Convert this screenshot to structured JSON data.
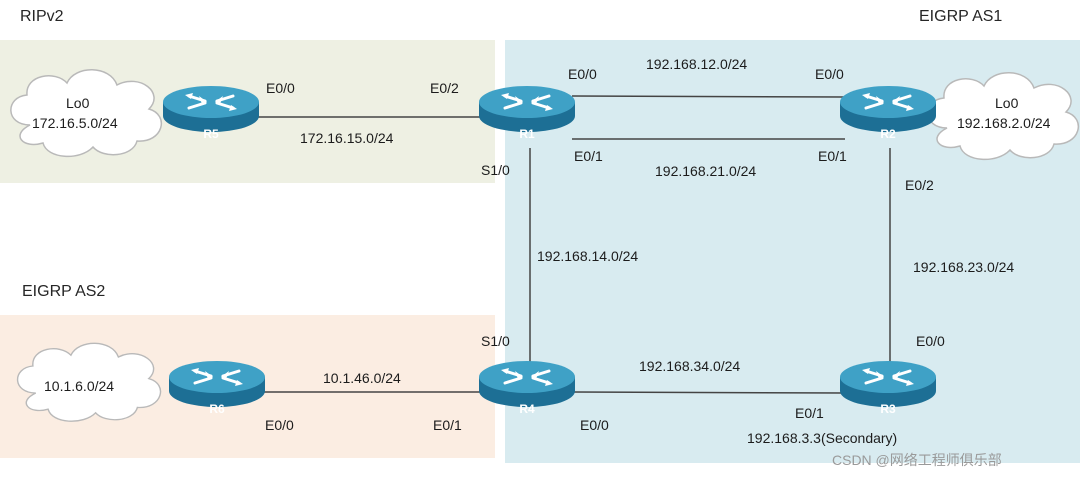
{
  "areas": {
    "rip": {
      "title": "RIPv2",
      "color": "#eef0e3"
    },
    "eigrp1": {
      "title": "EIGRP AS1",
      "color": "#d8ebf0"
    },
    "eigrp2": {
      "title": "EIGRP AS2",
      "color": "#fbede2"
    }
  },
  "colors": {
    "router_top": "#3fa1c6",
    "router_side": "#1d6f95",
    "link": "#444444",
    "cloud": "#ffffff"
  },
  "routers": {
    "r1": "R1",
    "r2": "R2",
    "r3": "R3",
    "r4": "R4",
    "r5": "R5",
    "r6": "R6"
  },
  "clouds": {
    "r5": [
      "Lo0",
      "172.16.5.0/24"
    ],
    "r2": [
      "Lo0",
      "192.168.2.0/24"
    ],
    "r6": [
      "10.1.6.0/24"
    ]
  },
  "subnets": {
    "r5_r1": "172.16.15.0/24",
    "r1_r2_top": "192.168.12.0/24",
    "r1_r2_bottom": "192.168.21.0/24",
    "r1_r4": "192.168.14.0/24",
    "r2_r3": "192.168.23.0/24",
    "r6_r4": "10.1.46.0/24",
    "r4_r3": "192.168.34.0/24",
    "r3_secondary": "192.168.3.3(Secondary)"
  },
  "interfaces": {
    "r5_e00": "E0/0",
    "r1_e02": "E0/2",
    "r1_e00": "E0/0",
    "r2_e00": "E0/0",
    "r1_e01": "E0/1",
    "r2_e01": "E0/1",
    "r1_s10": "S1/0",
    "r2_e02": "E0/2",
    "r4_s10": "S1/0",
    "r3_e00": "E0/0",
    "r6_e00": "E0/0",
    "r4_e01": "E0/1",
    "r4_e00": "E0/0",
    "r3_e01": "E0/1"
  },
  "watermark": "CSDN @网络工程师俱乐部",
  "icons": {
    "router": "router-icon",
    "cloud": "cloud-icon"
  }
}
